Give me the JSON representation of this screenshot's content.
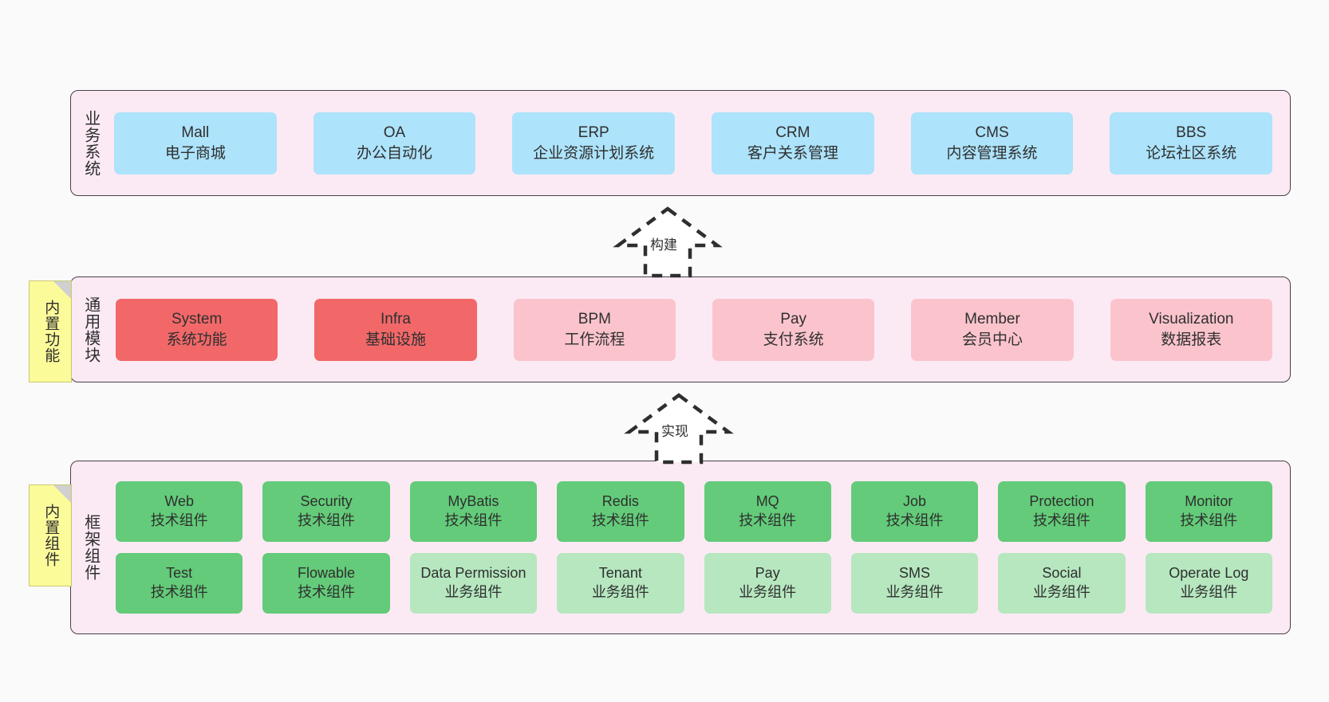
{
  "diagram": {
    "background_color": "#fafafa",
    "panel_color": "#fbeaf4",
    "panel_border_color": "#4a3f4a"
  },
  "notes": [
    {
      "label": "内置功能",
      "color": "#fcfb9a"
    },
    {
      "label": "内置组件",
      "color": "#fcfb9a"
    }
  ],
  "arrows": [
    {
      "label": "构建",
      "style": "dashed-hollow-up-arrow"
    },
    {
      "label": "实现",
      "style": "dashed-hollow-up-arrow"
    }
  ],
  "layers": [
    {
      "title": "业务系统",
      "color": "#ade3fb",
      "rows": [
        {
          "cards": [
            {
              "name": "Mall",
              "desc": "电子商城",
              "color": "#ade3fb"
            },
            {
              "name": "OA",
              "desc": "办公自动化",
              "color": "#ade3fb"
            },
            {
              "name": "ERP",
              "desc": "企业资源计划系统",
              "color": "#ade3fb"
            },
            {
              "name": "CRM",
              "desc": "客户关系管理",
              "color": "#ade3fb"
            },
            {
              "name": "CMS",
              "desc": "内容管理系统",
              "color": "#ade3fb"
            },
            {
              "name": "BBS",
              "desc": "论坛社区系统",
              "color": "#ade3fb"
            }
          ]
        }
      ]
    },
    {
      "title": "通用模块",
      "color": "#fbc4cc",
      "rows": [
        {
          "cards": [
            {
              "name": "System",
              "desc": "系统功能",
              "color": "#f26869"
            },
            {
              "name": "Infra",
              "desc": "基础设施",
              "color": "#f26869"
            },
            {
              "name": "BPM",
              "desc": "工作流程",
              "color": "#fbc4cc"
            },
            {
              "name": "Pay",
              "desc": "支付系统",
              "color": "#fbc4cc"
            },
            {
              "name": "Member",
              "desc": "会员中心",
              "color": "#fbc4cc"
            },
            {
              "name": "Visualization",
              "desc": "数据报表",
              "color": "#fbc4cc"
            }
          ]
        }
      ]
    },
    {
      "title": "框架组件",
      "color": "#63cb79",
      "rows": [
        {
          "cards": [
            {
              "name": "Web",
              "desc": "技术组件",
              "color": "#63cb79"
            },
            {
              "name": "Security",
              "desc": "技术组件",
              "color": "#63cb79"
            },
            {
              "name": "MyBatis",
              "desc": "技术组件",
              "color": "#63cb79"
            },
            {
              "name": "Redis",
              "desc": "技术组件",
              "color": "#63cb79"
            },
            {
              "name": "MQ",
              "desc": "技术组件",
              "color": "#63cb79"
            },
            {
              "name": "Job",
              "desc": "技术组件",
              "color": "#63cb79"
            },
            {
              "name": "Protection",
              "desc": "技术组件",
              "color": "#63cb79"
            },
            {
              "name": "Monitor",
              "desc": "技术组件",
              "color": "#63cb79"
            }
          ]
        },
        {
          "cards": [
            {
              "name": "Test",
              "desc": "技术组件",
              "color": "#63cb79"
            },
            {
              "name": "Flowable",
              "desc": "技术组件",
              "color": "#63cb79"
            },
            {
              "name": "Data Permission",
              "desc": "业务组件",
              "color": "#b6e7bf"
            },
            {
              "name": "Tenant",
              "desc": "业务组件",
              "color": "#b6e7bf"
            },
            {
              "name": "Pay",
              "desc": "业务组件",
              "color": "#b6e7bf"
            },
            {
              "name": "SMS",
              "desc": "业务组件",
              "color": "#b6e7bf"
            },
            {
              "name": "Social",
              "desc": "业务组件",
              "color": "#b6e7bf"
            },
            {
              "name": "Operate Log",
              "desc": "业务组件",
              "color": "#b6e7bf"
            }
          ]
        }
      ]
    }
  ]
}
